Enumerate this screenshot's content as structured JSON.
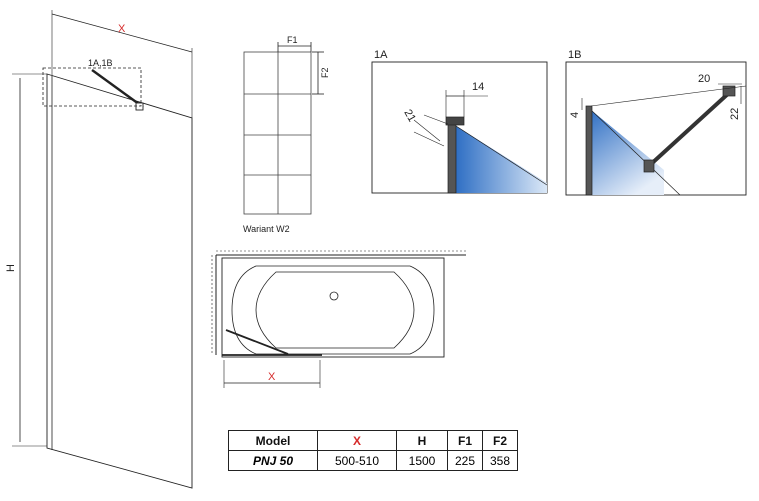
{
  "labels": {
    "x_main": "X",
    "h_main": "H",
    "detail_ref": "1A,1B",
    "f1": "F1",
    "f2": "F2",
    "variant": "Wariant W2",
    "panel_1a": "1A",
    "panel_1b": "1B",
    "dim_14": "14",
    "dim_21": "21",
    "dim_20": "20",
    "dim_4": "4",
    "dim_22": "22",
    "x_plan": "X"
  },
  "table": {
    "headers": [
      "Model",
      "X",
      "H",
      "F1",
      "F2"
    ],
    "rows": [
      [
        "PNJ 50",
        "500-510",
        "1500",
        "225",
        "358"
      ]
    ]
  },
  "colors": {
    "line": "#222222",
    "accent_red": "#d62b2b",
    "glass_blue": "#3f7fcf",
    "glass_light": "#dbe8f7"
  }
}
